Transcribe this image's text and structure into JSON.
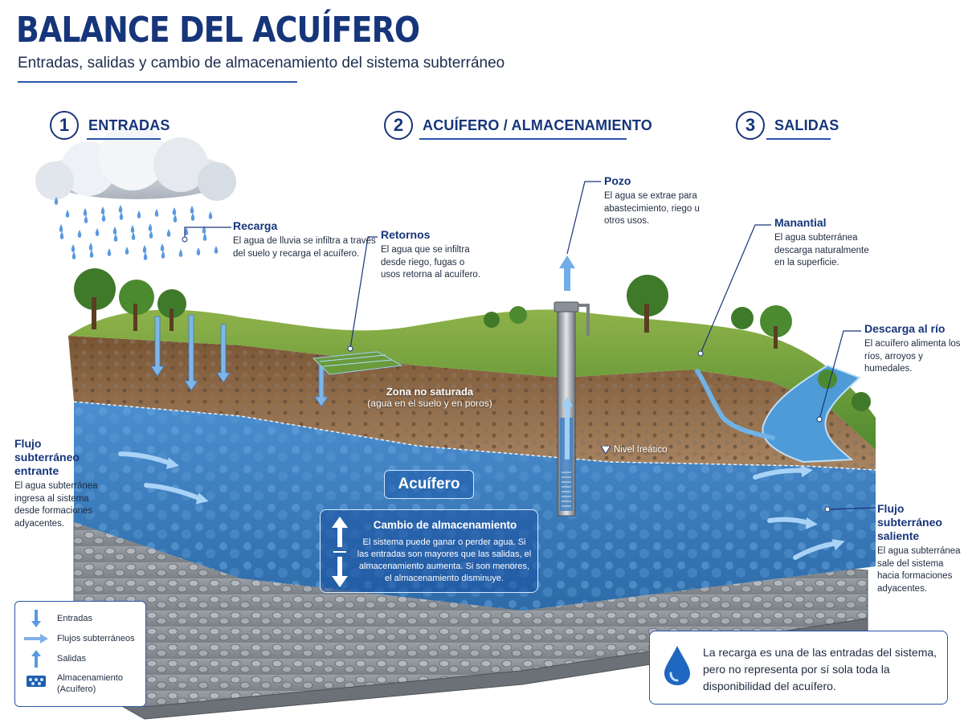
{
  "title": "BALANCE DEL ACUÍFERO",
  "subtitle": "Entradas, salidas y cambio de almacenamiento del sistema subterráneo",
  "sections": [
    {
      "number": "1",
      "label": "ENTRADAS"
    },
    {
      "number": "2",
      "label": "ACUÍFERO / ALMACENAMIENTO"
    },
    {
      "number": "3",
      "label": "SALIDAS"
    }
  ],
  "labels": {
    "recarga": {
      "title": "Recarga",
      "text": "El agua de lluvia se infiltra a través del suelo y recarga el acuífero."
    },
    "retornos": {
      "title": "Retornos",
      "text": "El agua que se infiltra desde riego, fugas o usos retorna al acuífero."
    },
    "pozo": {
      "title": "Pozo",
      "text": "El agua se extrae para abastecimiento, riego u otros usos."
    },
    "manantial": {
      "title": "Manantial",
      "text": "El agua subterránea descarga naturalmente en la superficie."
    },
    "descarga_rio": {
      "title": "Descarga al río",
      "text": "El acuífero alimenta los ríos, arroyos y humedales."
    },
    "flujo_entrante": {
      "title": "Flujo subterráneo entrante",
      "text": "El agua subterránea ingresa al sistema desde formaciones adyacentes."
    },
    "flujo_saliente": {
      "title": "Flujo subterráneo saliente",
      "text": "El agua subterránea sale del sistema hacia formaciones adyacentes."
    }
  },
  "diagram": {
    "zona_no_saturada": "Zona no saturada",
    "zona_no_saturada_sub": "(agua en el suelo y en poros)",
    "nivel_freatico": "Nivel freático",
    "acuifero": "Acuífero",
    "storage_title": "Cambio de almacenamiento",
    "storage_text": "El sistema puede ganar o perder agua. Si las entradas son mayores que las salidas, el almacenamiento aumenta. Si son menores, el almacenamiento disminuye."
  },
  "legend": [
    {
      "icon": "down-arrow-icon",
      "label": "Entradas"
    },
    {
      "icon": "right-arrow-icon",
      "label": "Flujos subterráneos"
    },
    {
      "icon": "up-arrow-icon",
      "label": "Salidas"
    },
    {
      "icon": "dots-icon",
      "label": "Almacenamiento (Acuífero)"
    }
  ],
  "note": "La recarga es una de las entradas del sistema, pero no representa por sí sola toda la disponibilidad del acuífero.",
  "colors": {
    "navy": "#16357a",
    "accent": "#2b56a8",
    "water": "#2f7fc4",
    "arrow": "#7fb6ea"
  }
}
